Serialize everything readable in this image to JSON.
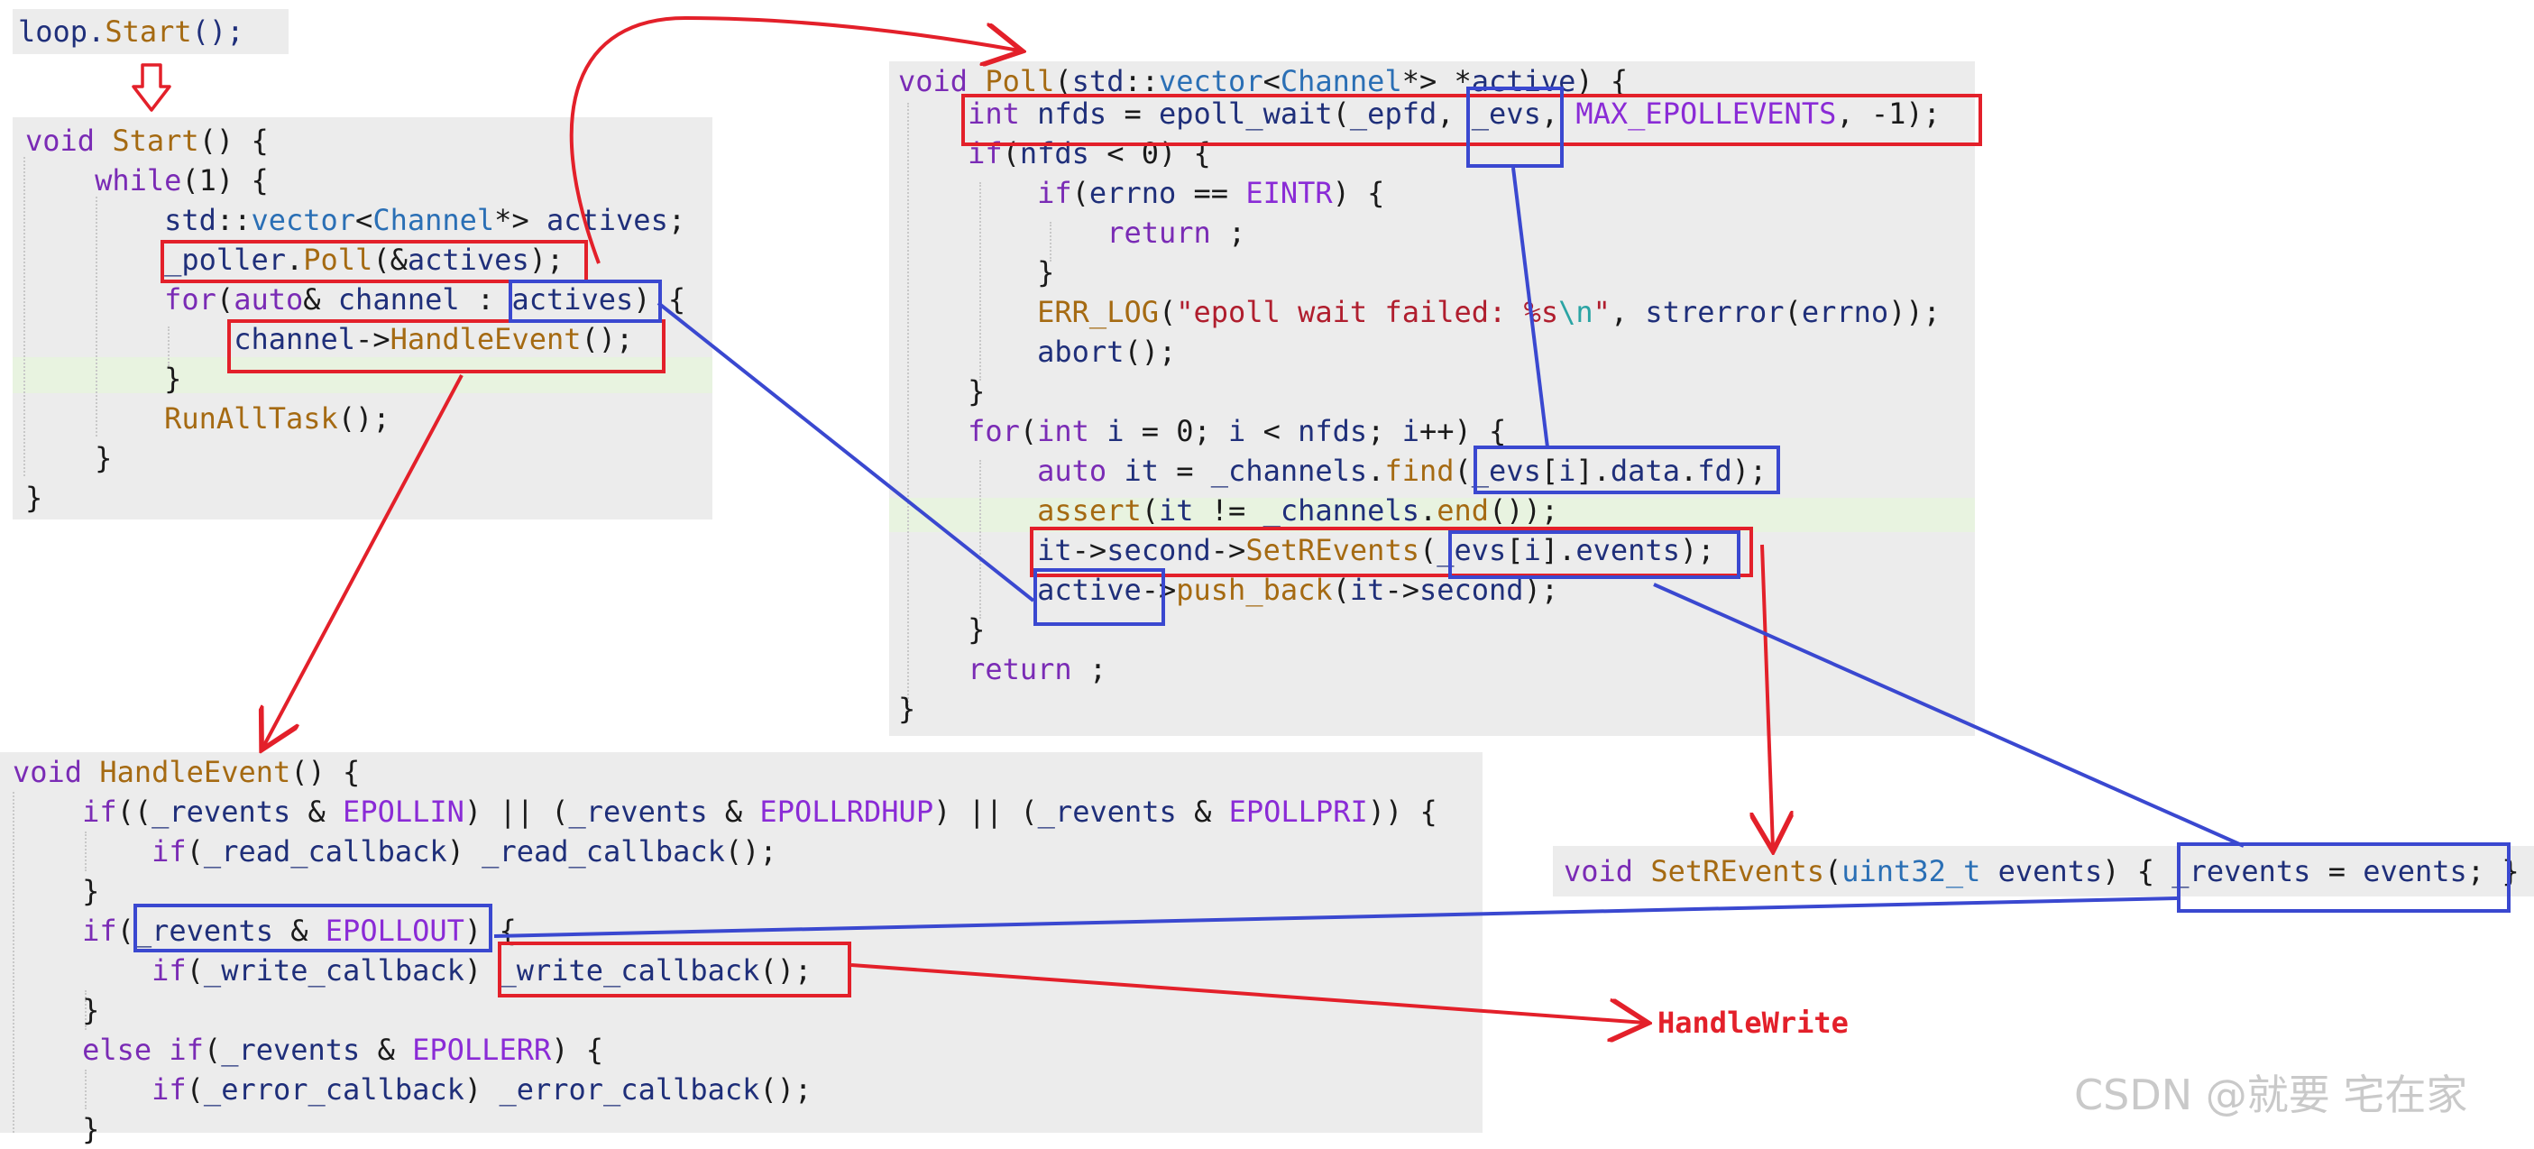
{
  "top_call": {
    "lines": [
      "loop.Start();"
    ]
  },
  "start_block": {
    "lines": [
      "void Start() {",
      "    while(1) {",
      "        std::vector<Channel*> actives;",
      "        _poller.Poll(&actives);",
      "        for(auto& channel : actives) {",
      "            channel->HandleEvent();",
      "        }",
      "        RunAllTask();",
      "    }",
      "}"
    ]
  },
  "poll_block": {
    "lines": [
      "void Poll(std::vector<Channel*> *active) {",
      "    int nfds = epoll_wait(_epfd, _evs, MAX_EPOLLEVENTS, -1);",
      "    if(nfds < 0) {",
      "        if(errno == EINTR) {",
      "            return ;",
      "        }",
      "        ERR_LOG(\"epoll wait failed: %s\\n\", strerror(errno));",
      "        abort();",
      "    }",
      "    for(int i = 0; i < nfds; i++) {",
      "        auto it = _channels.find(_evs[i].data.fd);",
      "        assert(it != _channels.end());",
      "        it->second->SetREvents(_evs[i].events);",
      "        active->push_back(it->second);",
      "    }",
      "    return ;",
      "}"
    ]
  },
  "handle_event_block": {
    "lines": [
      "void HandleEvent() {",
      "    if((_revents & EPOLLIN) || (_revents & EPOLLRDHUP) || (_revents & EPOLLPRI)) {",
      "        if(_read_callback) _read_callback();",
      "    }",
      "    if(_revents & EPOLLOUT) {",
      "        if(_write_callback) _write_callback();",
      "    }",
      "    else if(_revents & EPOLLERR) {",
      "        if(_error_callback) _error_callback();",
      "    }"
    ]
  },
  "set_revents_block": {
    "lines": [
      "void SetREvents(uint32_t events) { _revents = events; }"
    ]
  },
  "annotation": "HandleWrite",
  "watermark": "CSDN @就要 宅在家",
  "colors": {
    "red": "#e3202a",
    "blue": "#3a48d0",
    "code_background": "#ececec",
    "keyword": "#7a2bb5",
    "type": "#2a6fb5",
    "function": "#a56a12"
  }
}
